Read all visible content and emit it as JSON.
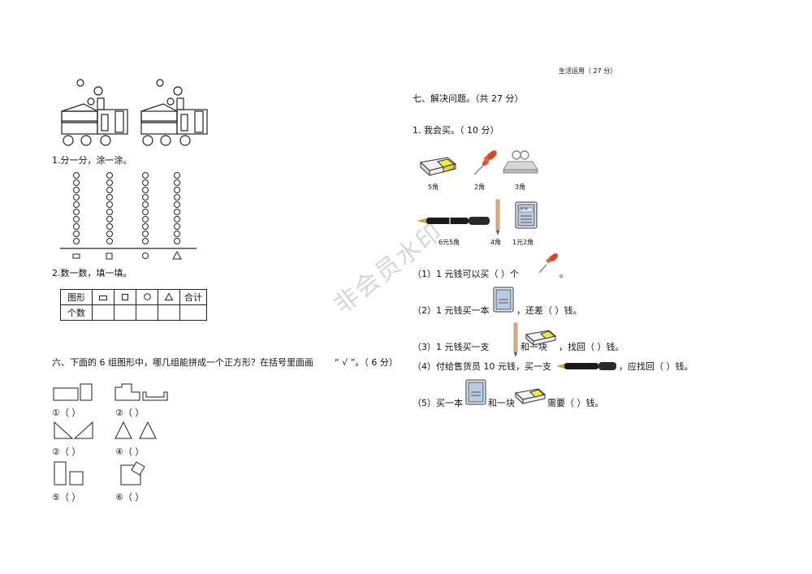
{
  "header": {
    "section_score": "生活运用（ 27 分）"
  },
  "left": {
    "q1_label": "1.分一分，涂一涂。",
    "q2_label": "2.数一数，填一填。",
    "count_table": {
      "row1_head": "图形",
      "row2_head": "个数",
      "total_head": "合计"
    },
    "section6_title": "六、下面的  6 组图形中，哪几组能拼成一个正方形？在括号里面画",
    "section6_tail": "“ √ ”。（ 6 分）",
    "options": [
      "①（    ）",
      "②（    ）",
      "②（    ）",
      "④（    ）",
      "⑤（    ）",
      "⑥（    ）"
    ]
  },
  "right": {
    "section7_title": "七、解决问题。（共    27 分）",
    "q1_title": "1. 我会买。（ 10 分）",
    "prices_row1": [
      "5角",
      "2角",
      "3角"
    ],
    "prices_row2": [
      "6元5角",
      "4角",
      "1元2角"
    ],
    "book_label": "练习本",
    "sub1": {
      "before": "（1）1 元钱可以买（    ）个",
      "after": "。"
    },
    "sub2": {
      "before": "（2）1 元钱买一本",
      "after": "，还差（    ）钱。"
    },
    "sub3": {
      "before": "（3）1 元钱买一支",
      "mid": "和一块",
      "after": "，找回（    ）钱。"
    },
    "sub4": {
      "before": "（4）付给售货员 10 元钱，买一支",
      "after": "，应找回（    ）钱。"
    },
    "sub5": {
      "before": "（5）买一本",
      "mid": "和一块",
      "after": "需要（    ）钱。"
    }
  },
  "watermark": "非会员水印"
}
